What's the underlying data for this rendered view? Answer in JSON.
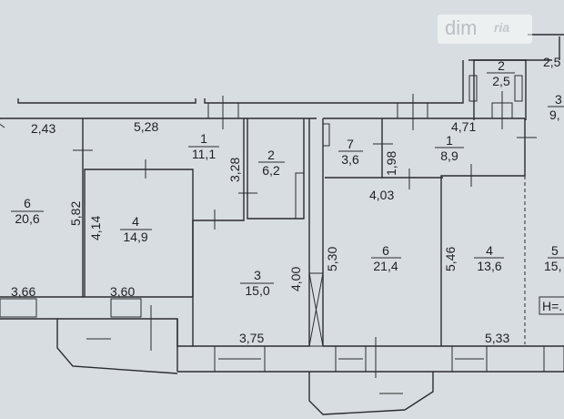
{
  "watermark": {
    "brand": "dimria"
  },
  "rooms": [
    {
      "number": "6",
      "area": "20,6"
    },
    {
      "number": "4",
      "area": "14,9"
    },
    {
      "number": "1",
      "area": "11,1"
    },
    {
      "number": "2",
      "area": "6,2"
    },
    {
      "number": "3",
      "area": "15,0"
    },
    {
      "number": "7",
      "area": "3,6"
    },
    {
      "number": "1",
      "area": "8,9"
    },
    {
      "number": "6",
      "area": "21,4"
    },
    {
      "number": "4",
      "area": "13,6"
    },
    {
      "number": "5",
      "area": "15,"
    },
    {
      "number": "2",
      "area": "2,5"
    },
    {
      "number": "3",
      "area": "9,"
    }
  ],
  "dimensions": {
    "horizontal": [
      "2,43",
      "5,28",
      "4,71",
      "4,03",
      "3,66",
      "3,60",
      "3,75",
      "5,33",
      "2,5"
    ],
    "vertical": [
      "5,82",
      "4,14",
      "3,28",
      "4,00",
      "5,30",
      "1,98",
      "5,46"
    ]
  },
  "height_label": "H=."
}
